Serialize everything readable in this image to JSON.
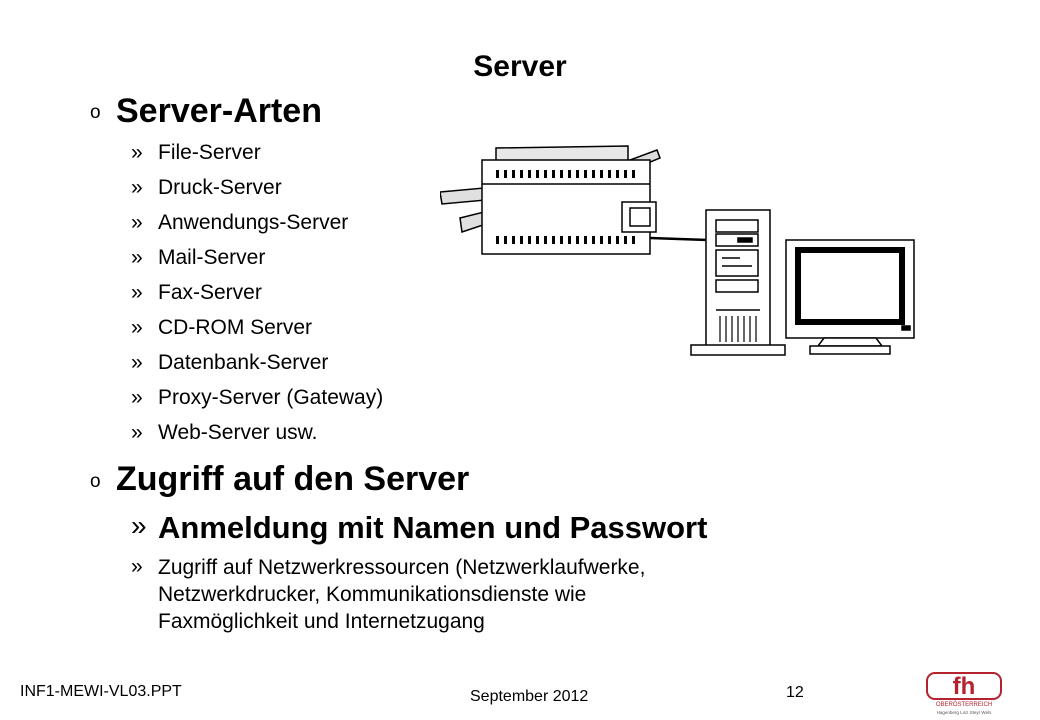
{
  "slide": {
    "title": "Server",
    "section1": {
      "bullet": "o",
      "heading": "Server-Arten",
      "items": [
        "File-Server",
        "Druck-Server",
        "Anwendungs-Server",
        "Mail-Server",
        "Fax-Server",
        "CD-ROM Server",
        "Datenbank-Server",
        "Proxy-Server (Gateway)",
        "Web-Server usw."
      ]
    },
    "section2": {
      "bullet": "o",
      "heading": "Zugriff auf den Server",
      "item_bold": "Anmeldung mit Namen und Passwort",
      "item_lines": [
        "Zugriff auf Netzwerkressourcen (Netzwerklaufwerke,",
        "Netzwerkdrucker, Kommunikationsdienste wie",
        "Faxmöglichkeit und Internetzugang"
      ]
    },
    "sub_bullet": "»",
    "illustration_icons": [
      "printer-icon",
      "server-tower-icon",
      "monitor-icon"
    ]
  },
  "footer": {
    "filename": "INF1-MEWI-VL03.PPT",
    "date": "September 2012",
    "page": "12"
  },
  "logo": {
    "text": "fh",
    "subtext": "OBERÖSTERREICH",
    "locations": "Hagenberg  Linz  Steyr  Wels",
    "color": "#b5232f"
  }
}
